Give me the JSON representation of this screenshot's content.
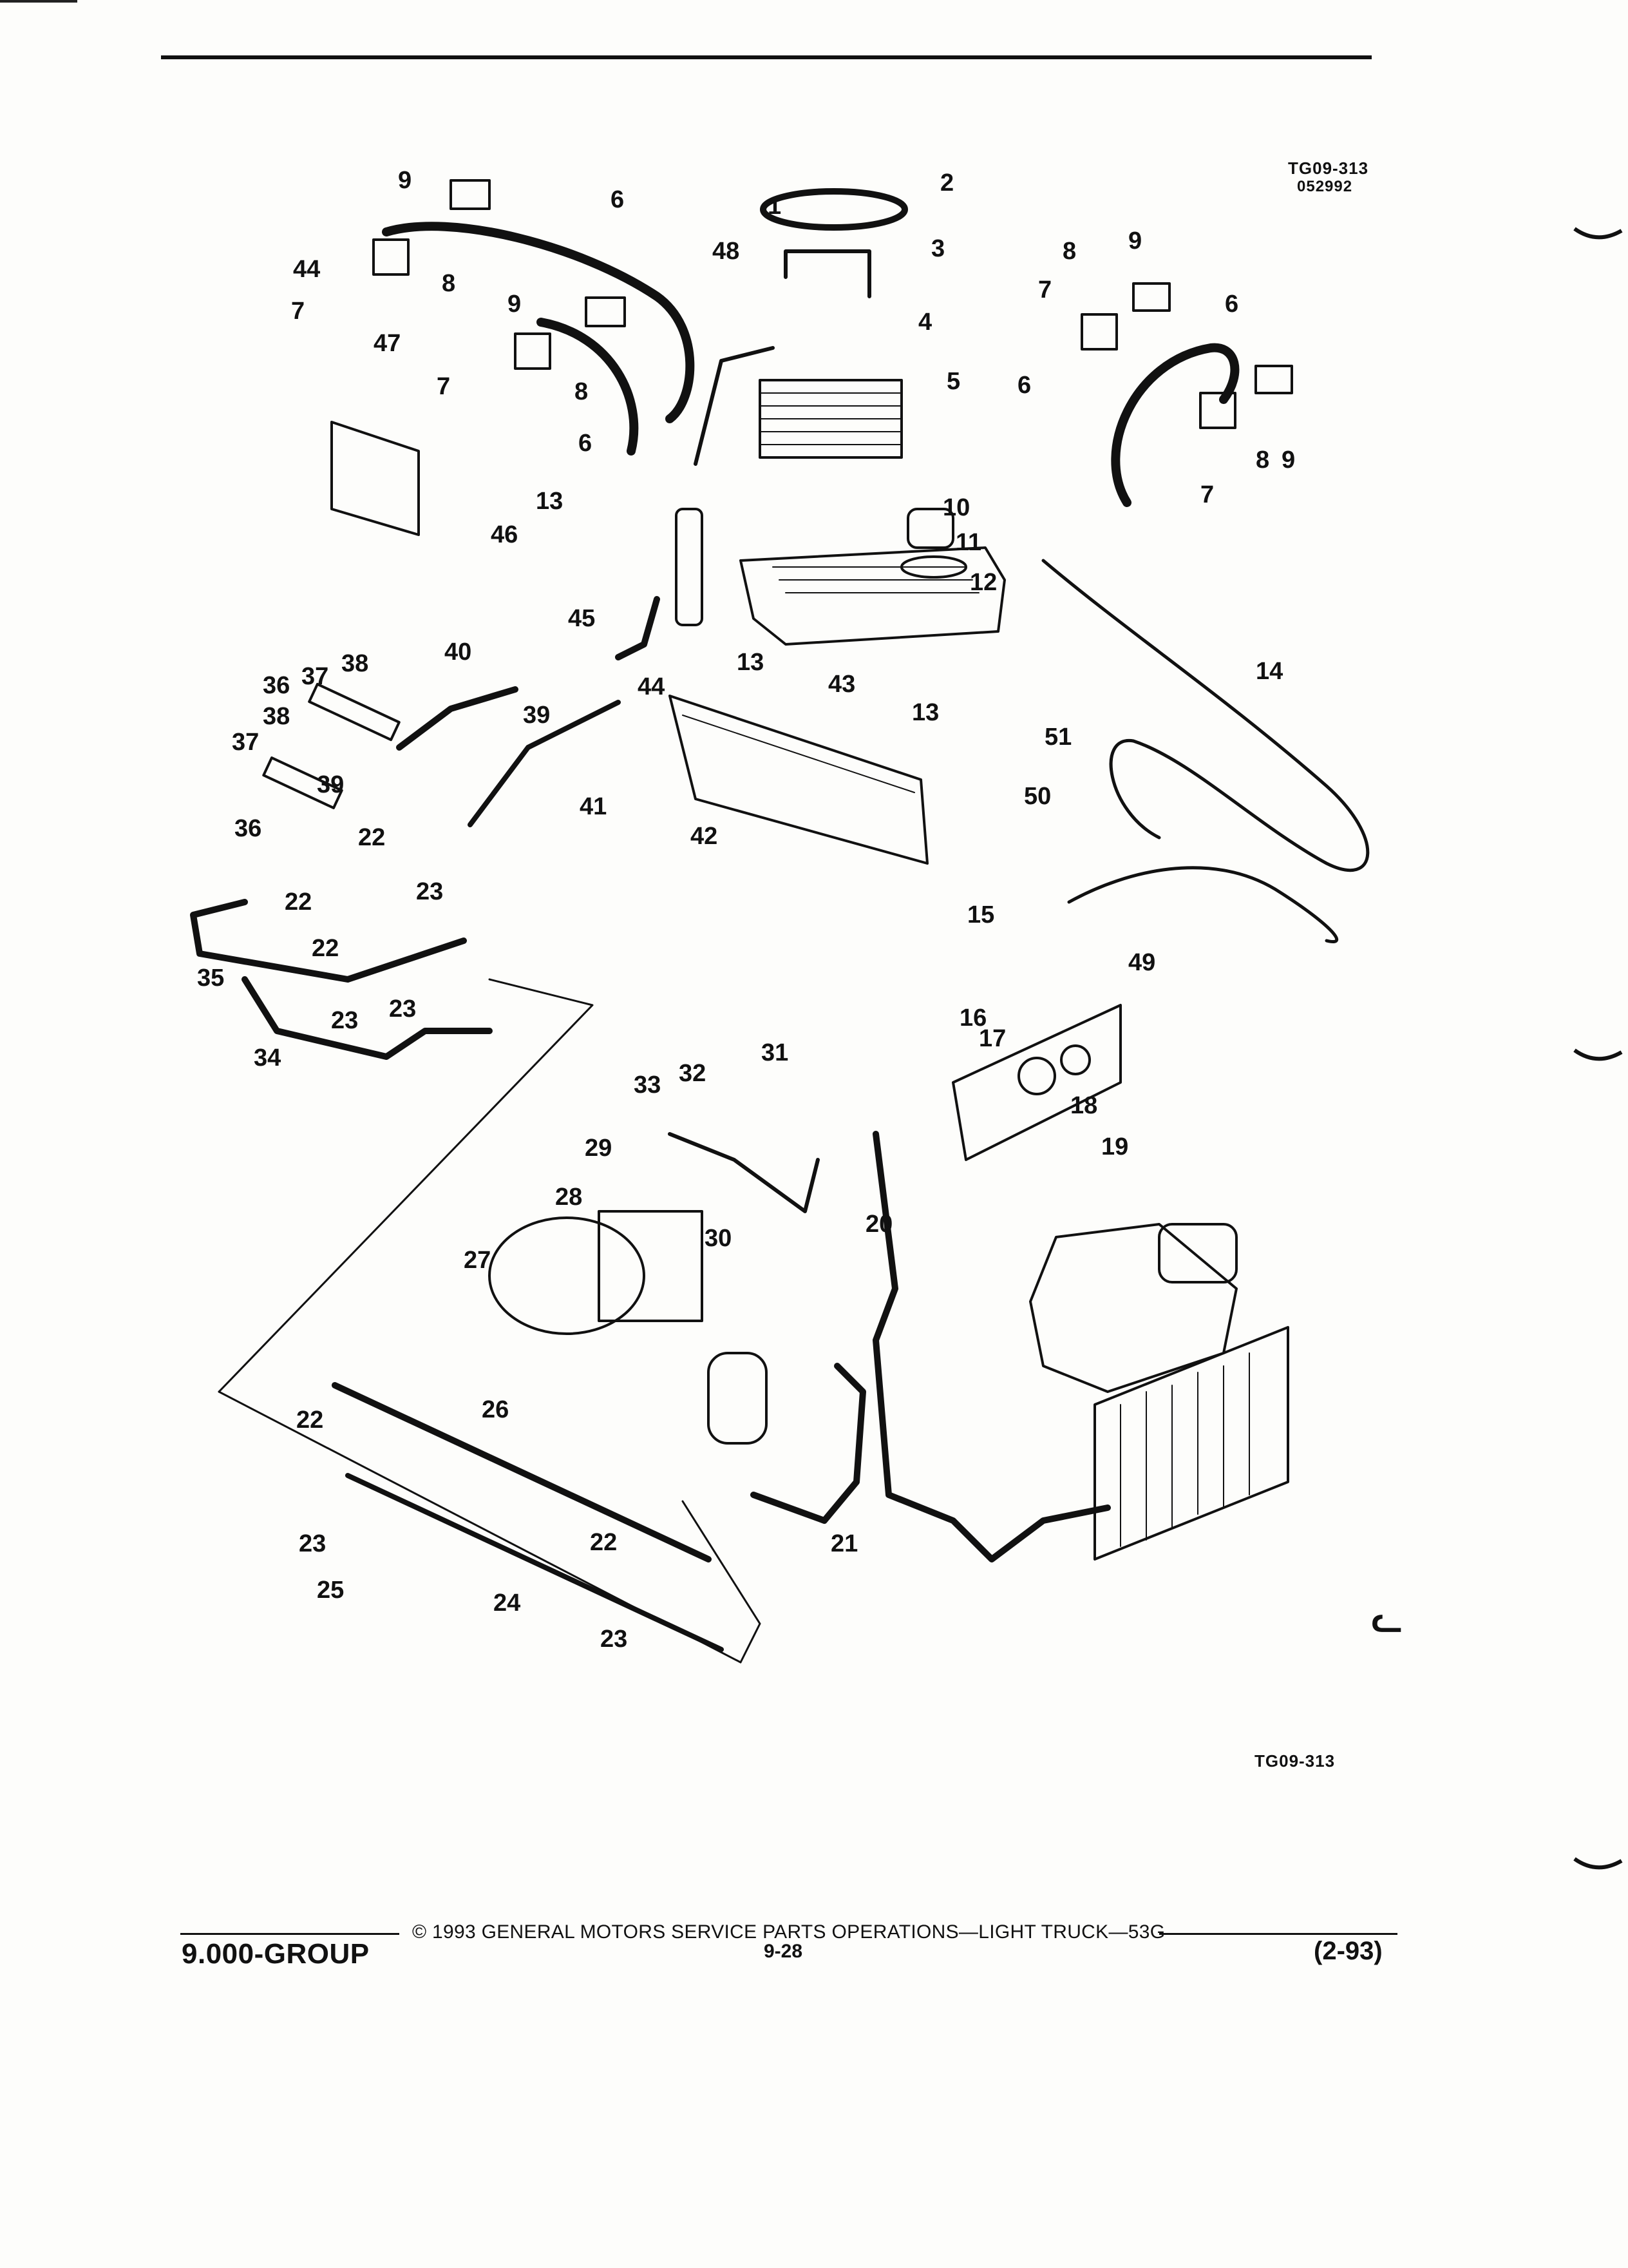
{
  "header": {
    "figure_code": "TG09-313",
    "figure_date": "052992"
  },
  "caption": {
    "figure_code": "TG09-313"
  },
  "diagram": {
    "subject_callouts": [
      {
        "id": "1"
      },
      {
        "id": "2"
      },
      {
        "id": "3"
      },
      {
        "id": "4"
      },
      {
        "id": "5"
      },
      {
        "id": "6"
      },
      {
        "id": "7"
      },
      {
        "id": "8"
      },
      {
        "id": "9"
      },
      {
        "id": "10"
      },
      {
        "id": "11"
      },
      {
        "id": "12"
      },
      {
        "id": "13"
      },
      {
        "id": "14"
      },
      {
        "id": "15"
      },
      {
        "id": "16"
      },
      {
        "id": "17"
      },
      {
        "id": "18"
      },
      {
        "id": "19"
      },
      {
        "id": "20"
      },
      {
        "id": "21"
      },
      {
        "id": "22"
      },
      {
        "id": "23"
      },
      {
        "id": "24"
      },
      {
        "id": "25"
      },
      {
        "id": "26"
      },
      {
        "id": "27"
      },
      {
        "id": "28"
      },
      {
        "id": "29"
      },
      {
        "id": "30"
      },
      {
        "id": "31"
      },
      {
        "id": "32"
      },
      {
        "id": "33"
      },
      {
        "id": "34"
      },
      {
        "id": "35"
      },
      {
        "id": "36"
      },
      {
        "id": "37"
      },
      {
        "id": "38"
      },
      {
        "id": "39"
      },
      {
        "id": "40"
      },
      {
        "id": "41"
      },
      {
        "id": "42"
      },
      {
        "id": "43"
      },
      {
        "id": "44"
      },
      {
        "id": "45"
      },
      {
        "id": "46"
      },
      {
        "id": "47"
      },
      {
        "id": "48"
      },
      {
        "id": "49"
      },
      {
        "id": "50"
      },
      {
        "id": "51"
      }
    ]
  },
  "footer": {
    "group": "9.000-GROUP",
    "copyright": "© 1993 GENERAL MOTORS SERVICE PARTS OPERATIONS—LIGHT TRUCK—53G",
    "page": "9-28",
    "date": "(2-93)"
  }
}
